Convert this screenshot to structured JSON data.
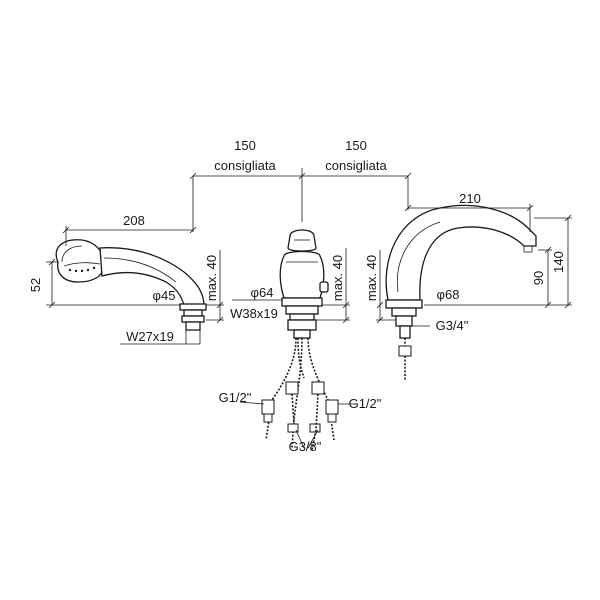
{
  "dimensions": {
    "spacing_left": "150",
    "spacing_left_note": "consigliata",
    "spacing_right": "150",
    "spacing_right_note": "consigliata",
    "hand_shower_length": "208",
    "hand_shower_height": "52",
    "hand_shower_max": "max. 40",
    "hand_shower_diameter": "φ45",
    "hand_shower_thread": "W27x19",
    "mixer_max": "max. 40",
    "mixer_diameter": "φ64",
    "mixer_thread": "W38x19",
    "spout_reach": "210",
    "spout_height_outlet": "90",
    "spout_height_total": "140",
    "spout_max": "max. 40",
    "spout_diameter": "φ68",
    "spout_thread": "G3/4\"",
    "hose_left": "G1/2\"",
    "hose_right": "G1/2\"",
    "hose_center": "G3/8\""
  }
}
